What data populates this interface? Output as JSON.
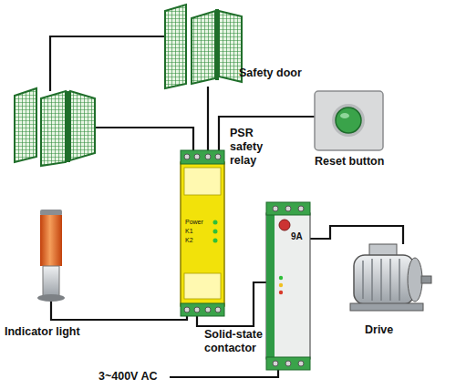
{
  "diagram": {
    "nodes": [
      {
        "text": [
          "Safety door"
        ]
      },
      {
        "text": [
          "PSR safety relay"
        ]
      },
      {
        "text": [
          "Reset button"
        ]
      },
      {
        "text": [
          "Indicator light"
        ]
      },
      {
        "text": [
          "Solid-state contactor"
        ]
      },
      {
        "text": [
          "Drive"
        ]
      }
    ],
    "edges": [
      {
        "from": 0,
        "to": 1,
        "arrow": "none"
      },
      {
        "from": 2,
        "to": 1,
        "arrow": "none"
      },
      {
        "from": 1,
        "to": 3,
        "arrow": "none"
      },
      {
        "from": 1,
        "to": 4,
        "arrow": "none"
      },
      {
        "from": 4,
        "to": 5,
        "arrow": "none"
      }
    ],
    "labels": [
      "Power",
      "K1",
      "K2",
      "9A",
      "3~400V AC"
    ]
  }
}
